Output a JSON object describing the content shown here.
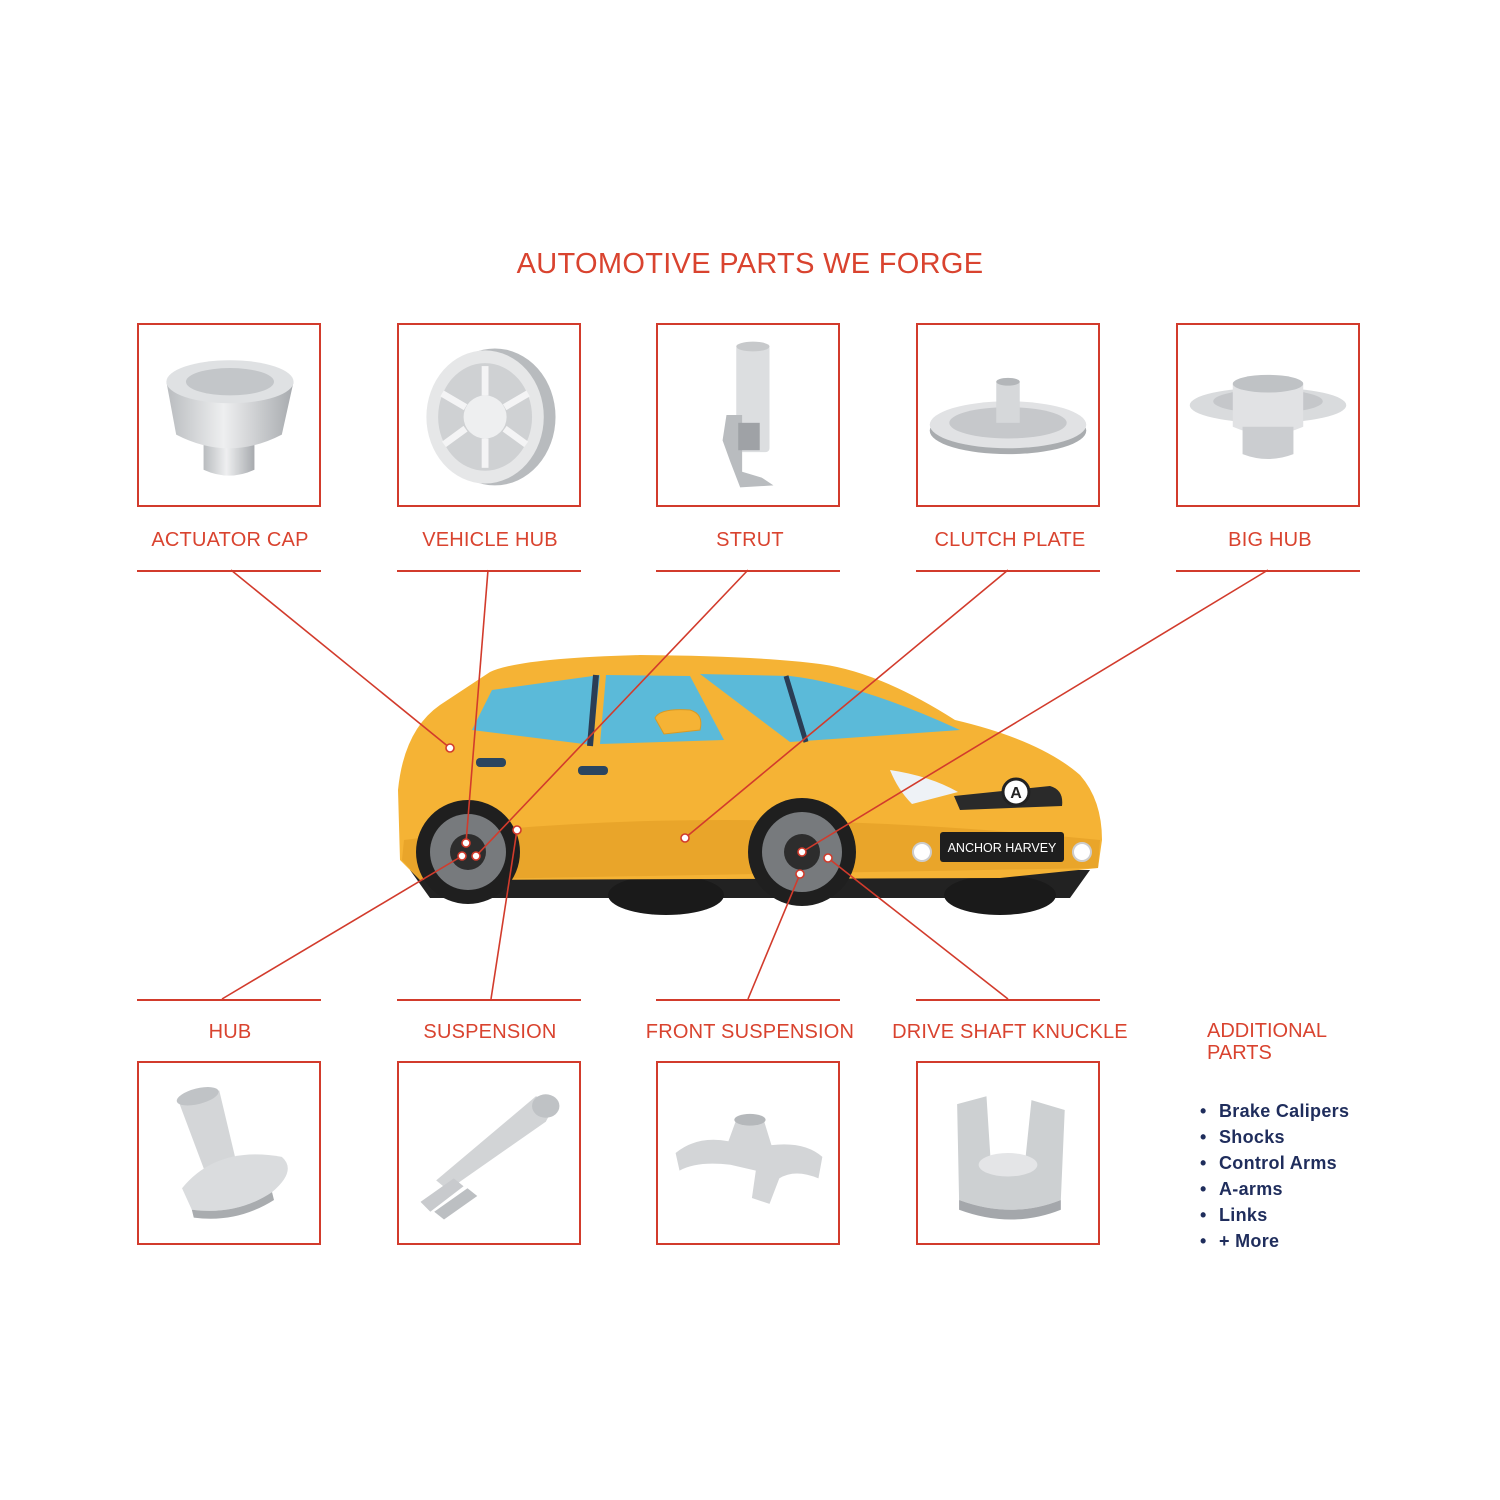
{
  "title": "AUTOMOTIVE PARTS WE FORGE",
  "top_parts": [
    {
      "label": "ACTUATOR CAP",
      "icon": "actuator-cap-icon"
    },
    {
      "label": "VEHICLE HUB",
      "icon": "vehicle-hub-icon"
    },
    {
      "label": "STRUT",
      "icon": "strut-icon"
    },
    {
      "label": "CLUTCH PLATE",
      "icon": "clutch-plate-icon"
    },
    {
      "label": "BIG HUB",
      "icon": "big-hub-icon"
    }
  ],
  "bottom_parts": [
    {
      "label": "HUB",
      "icon": "hub-icon"
    },
    {
      "label": "SUSPENSION",
      "icon": "suspension-icon"
    },
    {
      "label": "FRONT SUSPENSION",
      "icon": "front-suspension-icon"
    },
    {
      "label": "DRIVE SHAFT KNUCKLE",
      "icon": "drive-shaft-knuckle-icon"
    }
  ],
  "car": {
    "plate_text": "ANCHOR HARVEY",
    "body_color": "#f5b335",
    "icon": "car-illustration"
  },
  "additional": {
    "title_line1": "ADDITIONAL",
    "title_line2": "PARTS",
    "items": [
      "Brake Calipers",
      "Shocks",
      "Control Arms",
      "A-arms",
      "Links",
      "+ More"
    ]
  },
  "colors": {
    "accent": "#d9432f",
    "list_text": "#1f2d5c"
  }
}
